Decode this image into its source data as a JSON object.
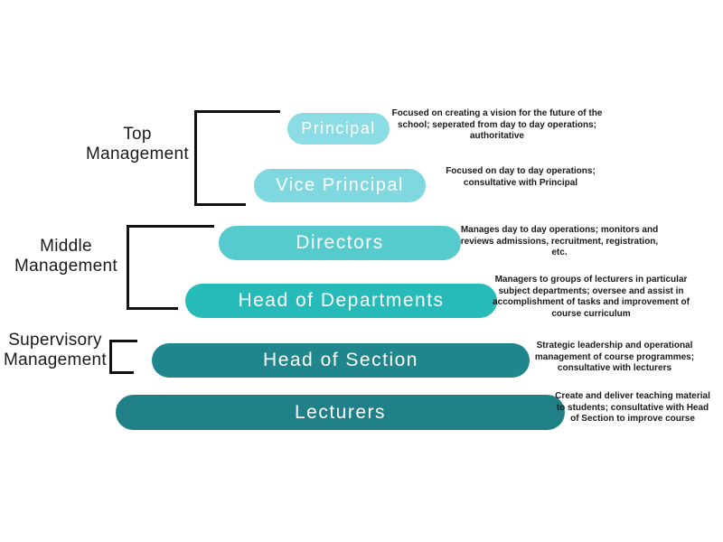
{
  "groups": [
    {
      "label": "Top Management"
    },
    {
      "label": "Middle Management"
    },
    {
      "label": "Supervisory Management"
    }
  ],
  "levels": [
    {
      "title": "Principal",
      "description": "Focused on creating a vision for the future of the school; seperated from day to day operations; authoritative",
      "color": "#8BDCE4"
    },
    {
      "title": "Vice Principal",
      "description": "Focused on day to day operations; consultative with Principal",
      "color": "#7FD8E0"
    },
    {
      "title": "Directors",
      "description": "Manages day to day operations; monitors and reviews admissions, recruitment, registration, etc.",
      "color": "#55CBCE"
    },
    {
      "title": "Head of Departments",
      "description": "Managers to groups of lecturers in particular subject departments; oversee and assist in accomplishment of tasks and improvement of course curriculum",
      "color": "#26BBB9"
    },
    {
      "title": "Head of Section",
      "description": "Strategic leadership and operational management of course programmes; consultative with lecturers",
      "color": "#20868D"
    },
    {
      "title": "Lecturers",
      "description": "Create and deliver teaching material to students; consultative with Head of Section to improve course",
      "color": "#1F8187"
    }
  ],
  "colors": {
    "bracket": "#111111",
    "text": "#1a1a1a",
    "background": "#ffffff"
  }
}
